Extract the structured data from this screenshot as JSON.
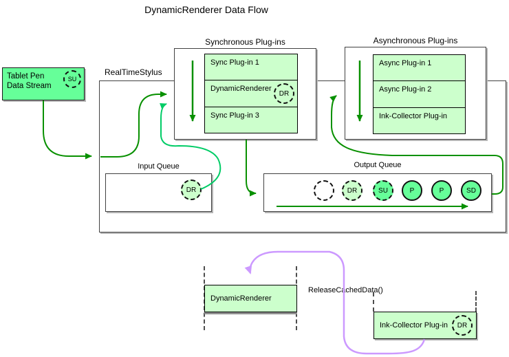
{
  "title": "DynamicRenderer Data Flow",
  "colors": {
    "light_green_fill": "#ccffcc",
    "medium_green_fill": "#66ff99",
    "dark_green_arrow": "#089000",
    "bright_green_arrow": "#00cc66",
    "purple_arrow": "#cc99ff"
  },
  "tablet_pen": {
    "line1": "Tablet Pen",
    "line2": "Data Stream",
    "badge": "SU"
  },
  "realtimestylus_label": "RealTimeStylus",
  "sync_plugins": {
    "title": "Synchronous Plug-ins",
    "rows": [
      {
        "label": "Sync Plug-in 1"
      },
      {
        "label": "DynamicRenderer",
        "badge": "DR"
      },
      {
        "label": "Sync Plug-in 3"
      }
    ]
  },
  "async_plugins": {
    "title": "Asynchronous Plug-ins",
    "rows": [
      {
        "label": "Async Plug-in 1"
      },
      {
        "label": "Async Plug-in 2"
      },
      {
        "label": "Ink-Collector Plug-in"
      }
    ]
  },
  "input_queue": {
    "title": "Input Queue",
    "badge": "DR"
  },
  "output_queue": {
    "title": "Output Queue",
    "packets": [
      "",
      "DR",
      "SU",
      "P",
      "P",
      "SD"
    ]
  },
  "lifetime": {
    "dynamic_renderer": "DynamicRenderer",
    "method": "ReleaseCachedData()",
    "ink_collector": "Ink-Collector Plug-in",
    "badge": "DR"
  }
}
